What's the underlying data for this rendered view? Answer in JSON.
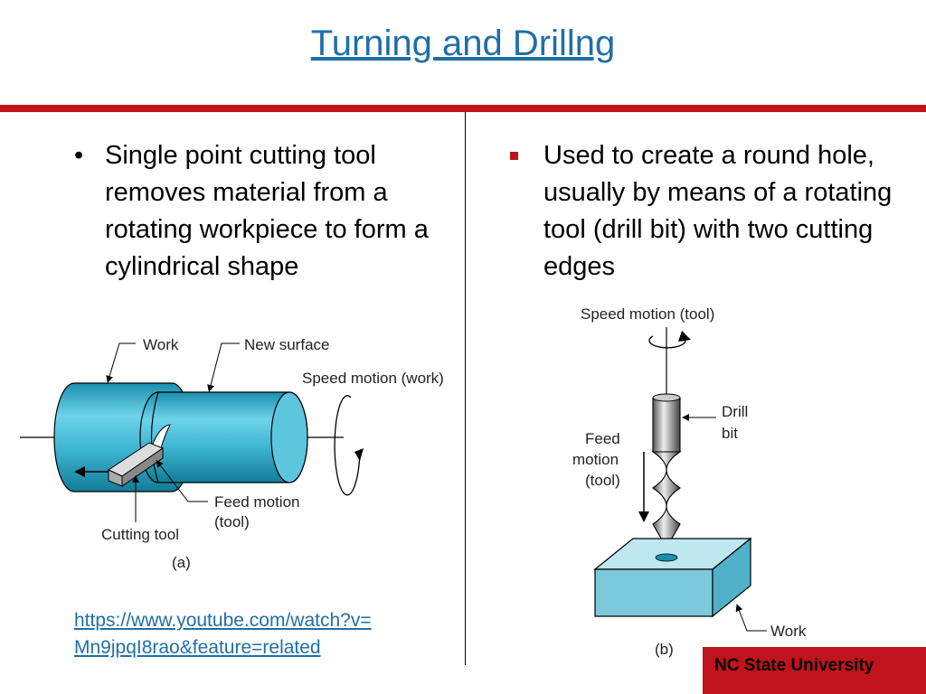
{
  "slide": {
    "title": "Turning and Drillng",
    "left_bullet": "Single point cutting tool removes material from a rotating workpiece to form a cylindrical shape",
    "right_bullet": "Used to create a round hole, usually by means of a rotating tool (drill bit) with two cutting edges",
    "link_line1": "https://www.youtube.com/watch?v=",
    "link_line2": "Mn9jpqI8rao&feature=related",
    "footer": "NC State University"
  },
  "figure_a": {
    "work": "Work",
    "new_surface": "New surface",
    "speed_motion": "Speed motion (work)",
    "feed_motion_1": "Feed motion",
    "feed_motion_2": "(tool)",
    "cutting_tool": "Cutting tool",
    "caption": "(a)"
  },
  "figure_b": {
    "speed_motion": "Speed motion (tool)",
    "drill_1": "Drill",
    "drill_2": "bit",
    "feed_1": "Feed",
    "feed_2": "motion",
    "feed_3": "(tool)",
    "work": "Work",
    "caption": "(b)"
  },
  "colors": {
    "title_blue": "#1f6fa7",
    "accent_red": "#c0131b",
    "cyan": "#3fb7d3",
    "cyan_dark": "#1a8fae",
    "light_blue": "#8fd0e0"
  }
}
